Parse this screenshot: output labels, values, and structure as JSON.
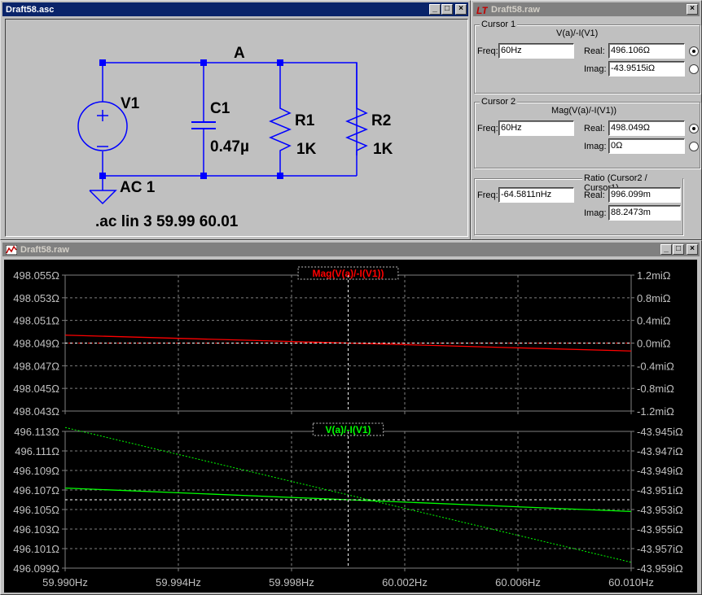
{
  "schematic_window": {
    "title": "Draft58.asc",
    "labels": {
      "node": "A",
      "v1_name": "V1",
      "v1_value": "AC 1",
      "c1_name": "C1",
      "c1_value": "0.47µ",
      "r1_name": "R1",
      "r1_value": "1K",
      "r2_name": "R2",
      "r2_value": "1K",
      "directive": ".ac lin 3 59.99 60.01"
    }
  },
  "cursor_window": {
    "title": "Draft58.raw",
    "cursor1": {
      "group_label": "Cursor 1",
      "trace": "V(a)/-I(V1)",
      "freq_label": "Freq:",
      "freq": "60Hz",
      "real_label": "Real:",
      "real": "496.106Ω",
      "imag_label": "Imag:",
      "imag": "-43.9515iΩ"
    },
    "cursor2": {
      "group_label": "Cursor 2",
      "trace": "Mag(V(a)/-I(V1))",
      "freq_label": "Freq:",
      "freq": "60Hz",
      "real_label": "Real:",
      "real": "498.049Ω",
      "imag_label": "Imag:",
      "imag": "0Ω"
    },
    "ratio": {
      "group_label": "Ratio (Cursor2 / Cursor1)",
      "freq_label": "Freq:",
      "freq": "-64.5811nHz",
      "real_label": "Real:",
      "real": "996.099m",
      "imag_label": "Imag:",
      "imag": "88.2473m"
    }
  },
  "plot_window": {
    "title": "Draft58.raw"
  },
  "colors": {
    "trace_red": "#ff0000",
    "trace_green": "#00ff00",
    "grid": "#808080",
    "wire": "#0000ff"
  },
  "chart_data": [
    {
      "type": "line",
      "title": "Mag(V(a)/-I(V1))",
      "x_ticks": [
        "59.990Hz",
        "59.994Hz",
        "59.998Hz",
        "60.002Hz",
        "60.006Hz",
        "60.010Hz"
      ],
      "left_ticks": [
        "498.055Ω",
        "498.053Ω",
        "498.051Ω",
        "498.049Ω",
        "498.047Ω",
        "498.045Ω",
        "498.043Ω"
      ],
      "right_ticks": [
        "1.2miΩ",
        "0.8miΩ",
        "0.4miΩ",
        "0.0miΩ",
        "-0.4miΩ",
        "-0.8miΩ",
        "-1.2miΩ"
      ],
      "xlim": [
        59.99,
        60.01
      ],
      "ylim_left": [
        498.043,
        498.055
      ],
      "ylim_right": [
        -1.2,
        1.2
      ],
      "grid": true,
      "series": [
        {
          "name": "Mag(V(a)/-I(V1))",
          "axis": "left",
          "style": "solid",
          "x": [
            59.99,
            60.0,
            60.01
          ],
          "y": [
            498.0497,
            498.049,
            498.0483
          ]
        },
        {
          "axis": "right",
          "style": "dotted",
          "x": [
            59.99,
            60.0,
            60.01
          ],
          "y": [
            0.0,
            0.0,
            0.0
          ]
        }
      ],
      "cursors": {
        "x": 60.0,
        "y": 498.049
      }
    },
    {
      "type": "line",
      "title": "V(a)/-I(V1)",
      "x_ticks": [
        "59.990Hz",
        "59.994Hz",
        "59.998Hz",
        "60.002Hz",
        "60.006Hz",
        "60.010Hz"
      ],
      "left_ticks": [
        "496.113Ω",
        "496.111Ω",
        "496.109Ω",
        "496.107Ω",
        "496.105Ω",
        "496.103Ω",
        "496.101Ω",
        "496.099Ω"
      ],
      "right_ticks": [
        "-43.945iΩ",
        "-43.947iΩ",
        "-43.949iΩ",
        "-43.951iΩ",
        "-43.953iΩ",
        "-43.955iΩ",
        "-43.957iΩ",
        "-43.959iΩ"
      ],
      "xlim": [
        59.99,
        60.01
      ],
      "ylim_left": [
        496.099,
        496.113
      ],
      "ylim_right": [
        -43.959,
        -43.945
      ],
      "grid": true,
      "series": [
        {
          "name": "V(a)/-I(V1)",
          "axis": "left",
          "style": "solid",
          "x": [
            59.99,
            60.0,
            60.01
          ],
          "y": [
            496.1072,
            496.106,
            496.1048
          ]
        },
        {
          "axis": "right",
          "style": "dotted",
          "x": [
            59.99,
            60.0,
            60.01
          ],
          "y": [
            -43.9446,
            -43.9515,
            -43.9584
          ]
        }
      ],
      "cursors": {
        "x": 60.0,
        "y": 496.106
      }
    }
  ]
}
